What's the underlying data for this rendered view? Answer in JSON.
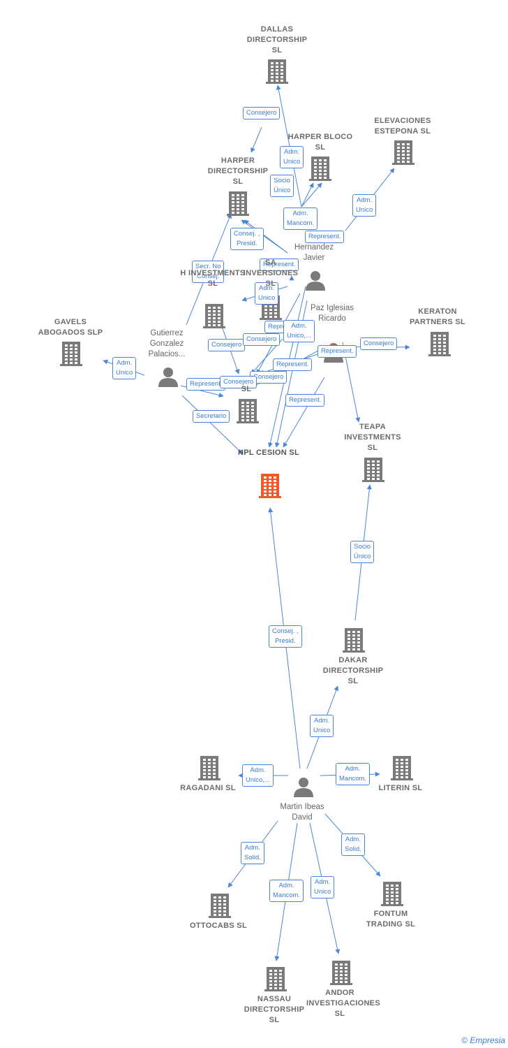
{
  "colors": {
    "edge": "#4a86d6",
    "building": "#7a7a7a",
    "focus": "#f05a28",
    "person": "#7a7a7a"
  },
  "nodes": [
    {
      "id": "dallas",
      "kind": "company",
      "label": "DALLAS DIRECTORSHIP SL"
    },
    {
      "id": "elevaciones",
      "kind": "company",
      "label": "ELEVACIONES ESTEPONA SL"
    },
    {
      "id": "harper_bloco",
      "kind": "company",
      "label": "HARPER BLOCO SL"
    },
    {
      "id": "harper_dir",
      "kind": "company",
      "label": "HARPER DIRECTORSHIP SL"
    },
    {
      "id": "sa_inversiones",
      "kind": "company",
      "label": "SA INVERSIONES SL"
    },
    {
      "id": "h_investments",
      "kind": "company",
      "label": "H INVESTMENTS SL"
    },
    {
      "id": "gavels",
      "kind": "company",
      "label": "GAVELS ABOGADOS SLP"
    },
    {
      "id": "keraton",
      "kind": "company",
      "label": "KERATON PARTNERS SL"
    },
    {
      "id": "middle",
      "kind": "company",
      "label": "SL"
    },
    {
      "id": "npl",
      "kind": "focus",
      "label": "NPL CESION SL"
    },
    {
      "id": "teapa",
      "kind": "company",
      "label": "TEAPA INVESTMENTS SL"
    },
    {
      "id": "dakar",
      "kind": "company",
      "label": "DAKAR DIRECTORSHIP SL"
    },
    {
      "id": "ragadani",
      "kind": "company",
      "label": "RAGADANI SL"
    },
    {
      "id": "literin",
      "kind": "company",
      "label": "LITERIN SL"
    },
    {
      "id": "ottocabs",
      "kind": "company",
      "label": "OTTOCABS SL"
    },
    {
      "id": "fontum",
      "kind": "company",
      "label": "FONTUM TRADING SL"
    },
    {
      "id": "nassau",
      "kind": "company",
      "label": "NASSAU DIRECTORSHIP SL"
    },
    {
      "id": "andor",
      "kind": "company",
      "label": "ANDOR INVESTIGACIONES SL"
    },
    {
      "id": "hernandez",
      "kind": "person",
      "label": "Hernandez Javier"
    },
    {
      "id": "paz",
      "kind": "person",
      "label": "Paz Iglesias Ricardo"
    },
    {
      "id": "gutierrez",
      "kind": "person",
      "label": "Gutierrez Gonzalez Palacios..."
    },
    {
      "id": "martin",
      "kind": "person",
      "label": "Martin Ibeas David"
    }
  ],
  "edges": [
    {
      "from": "dallas",
      "to": "harper_dir",
      "label": "Consejero"
    },
    {
      "from": "hernandez",
      "to": "dallas",
      "label": "Adm. Unico"
    },
    {
      "from": "hernandez",
      "to": "harper_bloco",
      "label": "Socio Único"
    },
    {
      "from": "hernandez",
      "to": "harper_bloco",
      "label": "Adm. Mancom."
    },
    {
      "from": "hernandez",
      "to": "elevaciones",
      "label": "Adm. Unico"
    },
    {
      "from": "hernandez",
      "to": "harper_dir",
      "label": "Represent."
    },
    {
      "from": "hernandez",
      "to": "harper_dir",
      "label": "Consej. , Presid."
    },
    {
      "from": "gutierrez",
      "to": "harper_dir",
      "label": "Secr. No Consej."
    },
    {
      "from": "hernandez",
      "to": "sa_inversiones",
      "label": "Represent."
    },
    {
      "from": "hernandez",
      "to": "h_investments",
      "label": "Adm. Unico"
    },
    {
      "from": "gutierrez",
      "to": "gavels",
      "label": "Adm. Unico"
    },
    {
      "from": "hernandez",
      "to": "npl",
      "label": "Represent."
    },
    {
      "from": "hernandez",
      "to": "npl",
      "label": "Adm. Unico,..."
    },
    {
      "from": "h_investments",
      "to": "npl",
      "label": "Consejero"
    },
    {
      "from": "hernandez",
      "to": "npl",
      "label": "Consejero"
    },
    {
      "from": "paz",
      "to": "npl",
      "label": "Represent."
    },
    {
      "from": "paz",
      "to": "keraton",
      "label": "Consejero"
    },
    {
      "from": "paz",
      "to": "npl",
      "label": "Represent."
    },
    {
      "from": "sa_inversiones",
      "to": "npl",
      "label": "Consejero"
    },
    {
      "from": "gutierrez",
      "to": "middle",
      "label": "Represent."
    },
    {
      "from": "middle",
      "to": "npl",
      "label": "Consejero"
    },
    {
      "from": "paz",
      "to": "npl",
      "label": "Represent."
    },
    {
      "from": "gutierrez",
      "to": "npl",
      "label": "Secretario"
    },
    {
      "from": "paz",
      "to": "teapa",
      "label": ""
    },
    {
      "from": "dakar",
      "to": "teapa",
      "label": "Socio Único"
    },
    {
      "from": "martin",
      "to": "npl",
      "label": "Consej. , Presid."
    },
    {
      "from": "martin",
      "to": "dakar",
      "label": "Adm. Unico"
    },
    {
      "from": "martin",
      "to": "ragadani",
      "label": "Adm. Unico,..."
    },
    {
      "from": "martin",
      "to": "literin",
      "label": "Adm. Mancom."
    },
    {
      "from": "martin",
      "to": "ottocabs",
      "label": "Adm. Solid."
    },
    {
      "from": "martin",
      "to": "fontum",
      "label": "Adm. Solid."
    },
    {
      "from": "martin",
      "to": "nassau",
      "label": "Adm. Mancom."
    },
    {
      "from": "martin",
      "to": "andor",
      "label": "Adm. Unico"
    }
  ],
  "footer": {
    "copyright": "©",
    "brand": "Empresia"
  }
}
